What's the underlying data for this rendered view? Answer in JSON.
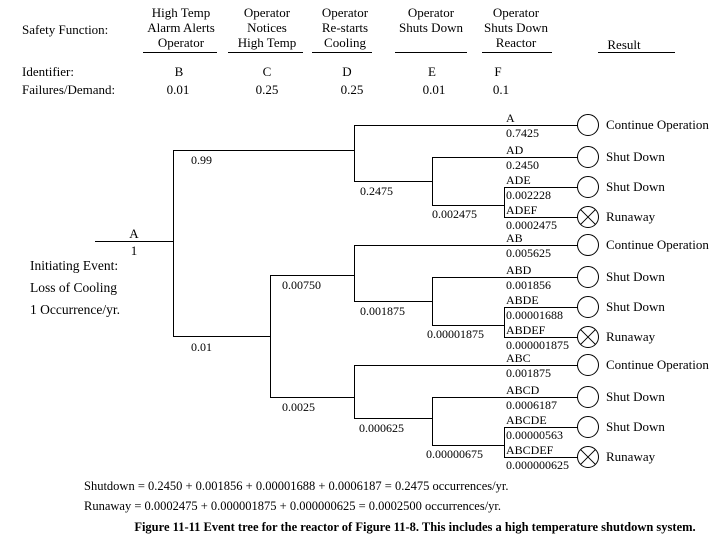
{
  "header": {
    "safety_function_label": "Safety Function:",
    "identifier_label": "Identifier:",
    "failures_per_demand_label": "Failures/Demand:",
    "result_label": "Result",
    "columns": [
      {
        "name_lines": [
          "High Temp",
          "Alarm Alerts",
          "Operator"
        ],
        "identifier": "B",
        "failures_per_demand": "0.01"
      },
      {
        "name_lines": [
          "Operator",
          "Notices",
          "High Temp"
        ],
        "identifier": "C",
        "failures_per_demand": "0.25"
      },
      {
        "name_lines": [
          "Operator",
          "Re-starts",
          "Cooling"
        ],
        "identifier": "D",
        "failures_per_demand": "0.25"
      },
      {
        "name_lines": [
          "Operator",
          "Shuts Down"
        ],
        "identifier": "E",
        "failures_per_demand": "0.01"
      },
      {
        "name_lines": [
          "Operator",
          "Shuts Down",
          "Reactor"
        ],
        "identifier": "F",
        "failures_per_demand": "0.1"
      }
    ]
  },
  "initiating_event": {
    "identifier": "A",
    "frequency": "1",
    "description_lines": [
      "Initiating Event:",
      "Loss of Cooling",
      "1 Occurrence/yr."
    ]
  },
  "path_probabilities": {
    "b_success": "0.99",
    "b_failure": "0.01",
    "top_d_failure": "0.2475",
    "top_e_failure": "0.002475",
    "mid_c_success": "0.00750",
    "mid_d_failure": "0.001875",
    "mid_e_failure": "0.00001875",
    "bot_c_failure": "0.0025",
    "bot_d_failure": "0.000625",
    "bot_e_failure": "0.00000675"
  },
  "outcomes": [
    {
      "id": "A",
      "probability": "0.7425",
      "result": "Continue Operation"
    },
    {
      "id": "AD",
      "probability": "0.2450",
      "result": "Shut Down"
    },
    {
      "id": "ADE",
      "probability": "0.002228",
      "result": "Shut Down"
    },
    {
      "id": "ADEF",
      "probability": "0.0002475",
      "result": "Runaway"
    },
    {
      "id": "AB",
      "probability": "0.005625",
      "result": "Continue Operation"
    },
    {
      "id": "ABD",
      "probability": "0.001856",
      "result": "Shut Down"
    },
    {
      "id": "ABDE",
      "probability": "0.00001688",
      "result": "Shut Down"
    },
    {
      "id": "ABDEF",
      "probability": "0.000001875",
      "result": "Runaway"
    },
    {
      "id": "ABC",
      "probability": "0.001875",
      "result": "Continue Operation"
    },
    {
      "id": "ABCD",
      "probability": "0.0006187",
      "result": "Shut Down"
    },
    {
      "id": "ABCDE",
      "probability": "0.00000563",
      "result": "Shut Down"
    },
    {
      "id": "ABCDEF",
      "probability": "0.000000625",
      "result": "Runaway"
    }
  ],
  "footer": {
    "shutdown_equation": "Shutdown = 0.2450 + 0.001856 + 0.00001688 + 0.0006187 = 0.2475 occurrences/yr.",
    "runaway_equation": "Runaway = 0.0002475 + 0.000001875 + 0.000000625 = 0.0002500 occurrences/yr.",
    "caption": "Figure 11-11 Event tree for the reactor of Figure 11-8. This includes a high temperature shutdown system."
  }
}
